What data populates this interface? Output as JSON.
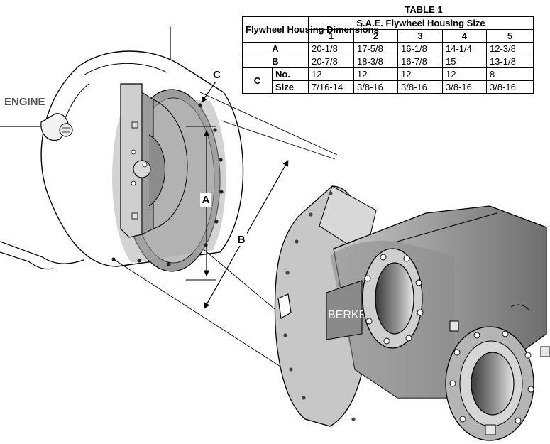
{
  "table": {
    "title": "TABLE 1",
    "corner_header": "Flywheel Housing Dimensions",
    "group_header": "S.A.E. Flywheel Housing Size",
    "sizes": [
      "1",
      "2",
      "3",
      "4",
      "5"
    ],
    "rows": {
      "A": {
        "label": "A",
        "values": [
          "20-1/8",
          "17-5/8",
          "16-1/8",
          "14-1/4",
          "12-3/8"
        ]
      },
      "B": {
        "label": "B",
        "values": [
          "20-7/8",
          "18-3/8",
          "16-7/8",
          "15",
          "13-1/8"
        ]
      },
      "C": {
        "label": "C",
        "no": {
          "label": "No.",
          "values": [
            "12",
            "12",
            "12",
            "12",
            "8"
          ]
        },
        "size": {
          "label": "Size",
          "values": [
            "7/16-14",
            "3/8-16",
            "3/8-16",
            "3/8-16",
            "3/8-16"
          ]
        }
      }
    }
  },
  "diagram": {
    "engine_label": "ENGINE",
    "dimension_a": "A",
    "dimension_b": "B",
    "dimension_c": "C",
    "pump_brand": "BERKE"
  }
}
